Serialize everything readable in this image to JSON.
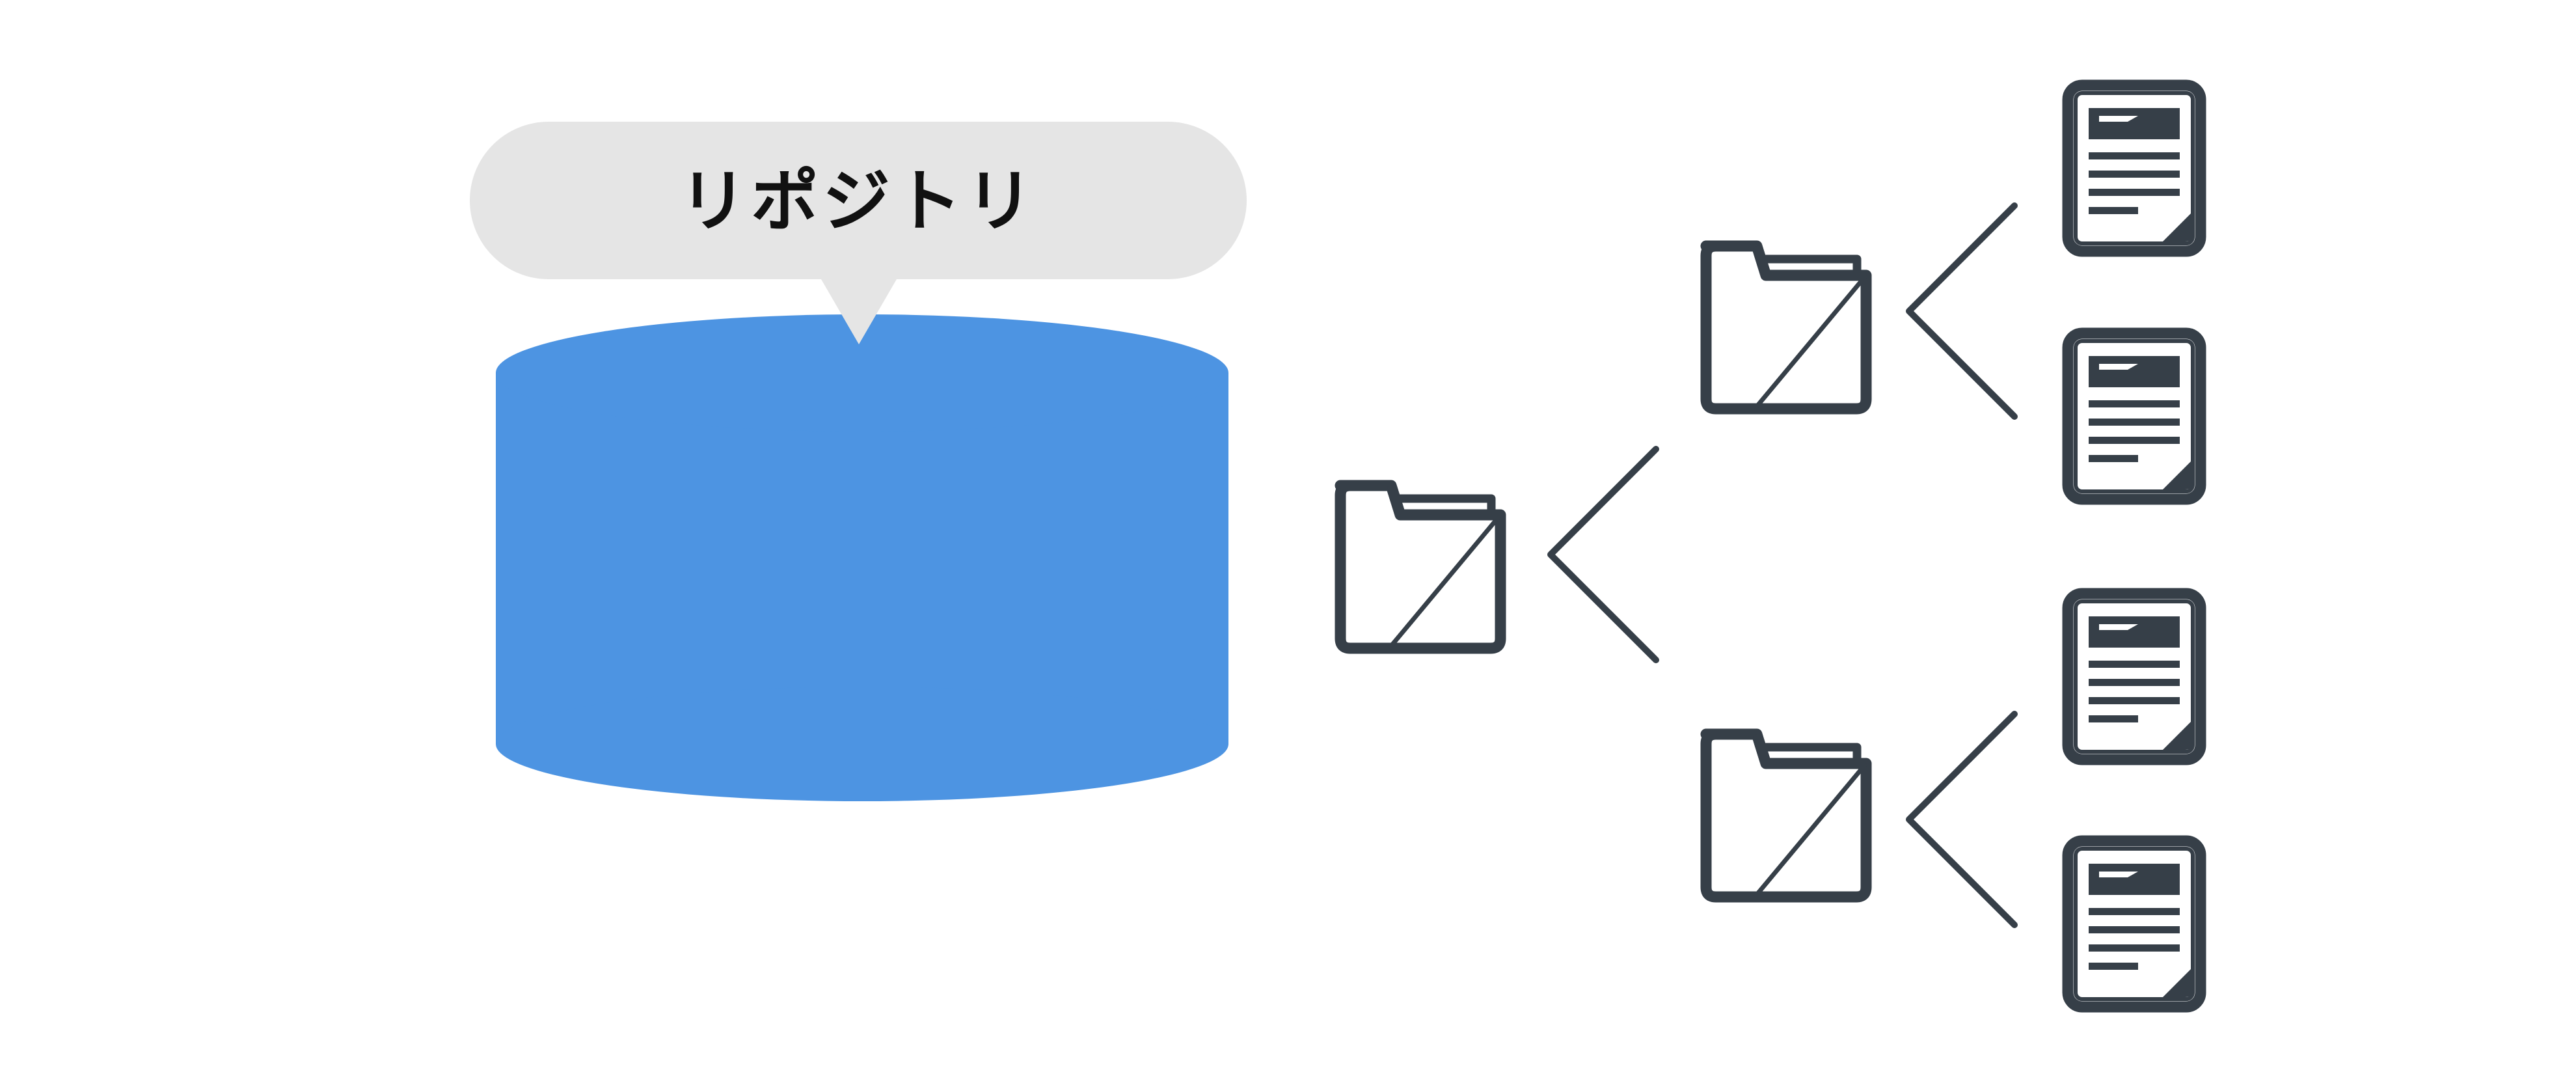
{
  "callout": {
    "label": "リポジトリ",
    "background": "#e5e5e5",
    "text_color": "#111111"
  },
  "repository": {
    "fill": "#4d94e2"
  },
  "icons": {
    "folder": "folder-icon",
    "document": "document-icon",
    "stroke": "#363f48"
  },
  "tree": {
    "root": "folder",
    "children": [
      {
        "type": "folder",
        "children": [
          "document",
          "document"
        ]
      },
      {
        "type": "folder",
        "children": [
          "document",
          "document"
        ]
      }
    ]
  }
}
